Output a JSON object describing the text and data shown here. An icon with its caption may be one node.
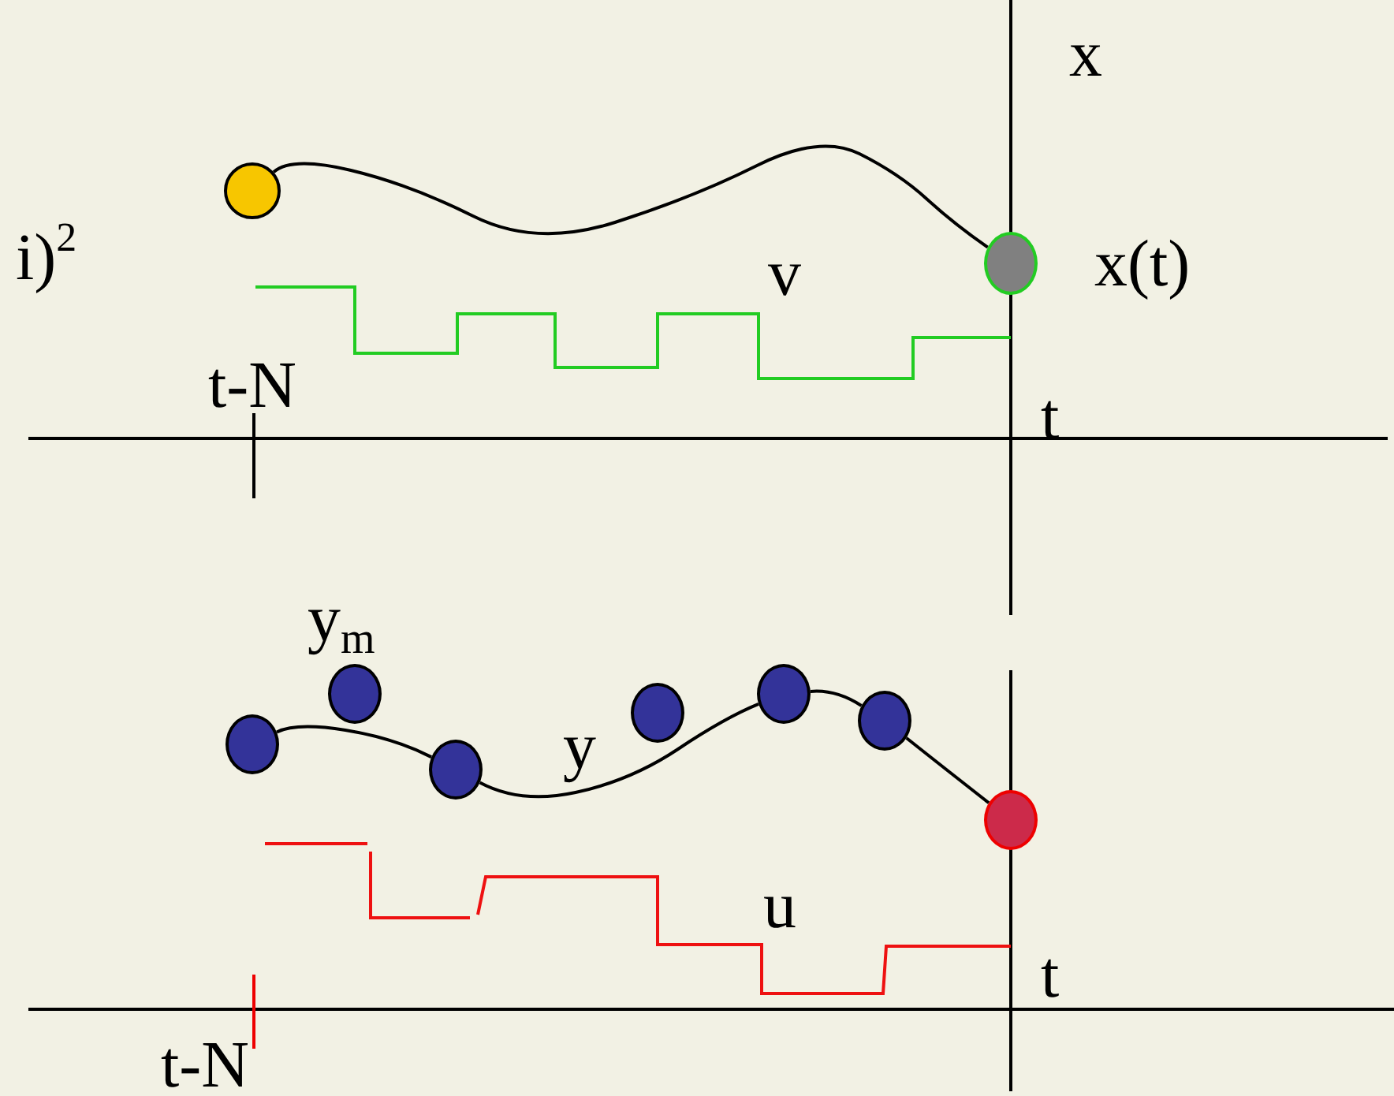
{
  "diagram": {
    "nodes": [
      {
        "text": [],
        "shape": "circle"
      },
      {
        "text": [],
        "shape": "circle",
        "beside": [
          "x(t)"
        ]
      },
      {
        "text": [],
        "shape": "circle"
      },
      {
        "text": [],
        "shape": "circle"
      },
      {
        "text": [],
        "shape": "circle"
      },
      {
        "text": [],
        "shape": "circle"
      },
      {
        "text": [],
        "shape": "circle"
      },
      {
        "text": [],
        "shape": "circle"
      },
      {
        "text": [],
        "shape": "circle"
      }
    ],
    "edges": [
      {
        "from": 0,
        "to": 1,
        "arrow": "none"
      },
      {
        "from": 2,
        "to": 4,
        "arrow": "none"
      },
      {
        "from": 4,
        "to": 6,
        "arrow": "none"
      },
      {
        "from": 6,
        "to": 7,
        "arrow": "none"
      },
      {
        "from": 7,
        "to": 8,
        "arrow": "none"
      }
    ],
    "labels": [
      "x",
      "i)$^{2}$",
      "v",
      "t-N",
      "t",
      "y$_{m}$",
      "y",
      "u",
      "t",
      "t-N"
    ]
  }
}
